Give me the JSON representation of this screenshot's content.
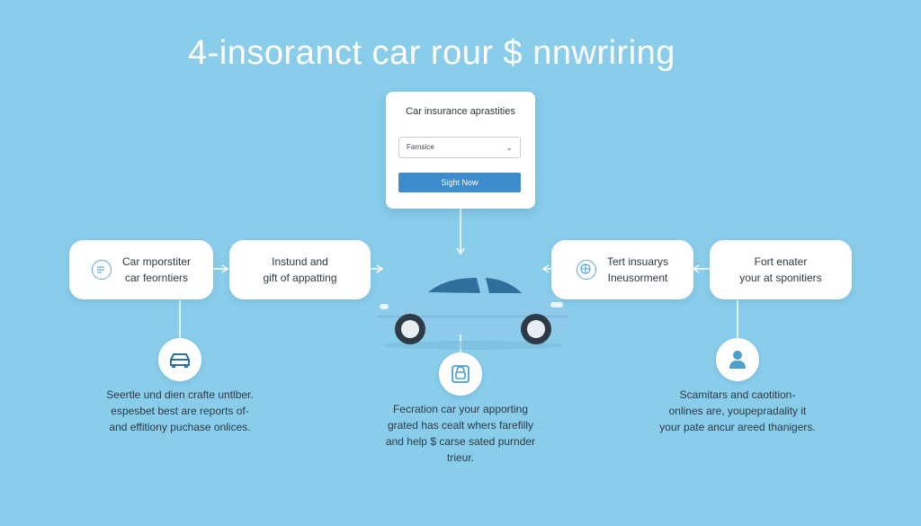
{
  "title": "4-insoranct car rour $ nnwriring",
  "form": {
    "heading": "Car insurance aprastities",
    "select_value": "Farnsice",
    "button_label": "Sight Now"
  },
  "pills": [
    {
      "lines": [
        "Car mporstiter",
        "car feorntiers"
      ]
    },
    {
      "lines": [
        "Instund and",
        "gift of appatting"
      ]
    },
    {
      "lines": [
        "Tert insuarys",
        "Ineusorment"
      ]
    },
    {
      "lines": [
        "Fort enater",
        "your at sponitiers"
      ]
    }
  ],
  "captions": {
    "left": [
      "Seertle und dien crafte untlber.",
      "espesbet best are reports of-",
      "and effitiony puchase onlices."
    ],
    "center": [
      "Fecration car your apporting",
      "grated has cealt whers farefilly",
      "and help $ carse sated purnder",
      "trieur."
    ],
    "right": [
      "Scamitars and caotition-",
      "onlines are, youpepradality it",
      "your pate ancur areed thanigers."
    ]
  },
  "icons": {
    "pill_1": "document-icon",
    "pill_3": "globe-icon",
    "left_circle": "car-icon",
    "center_circle": "shield-lock-icon",
    "right_circle": "person-icon"
  },
  "colors": {
    "background": "#89cdea",
    "accent": "#3f8ccd",
    "car_body": "#8ecbea"
  }
}
